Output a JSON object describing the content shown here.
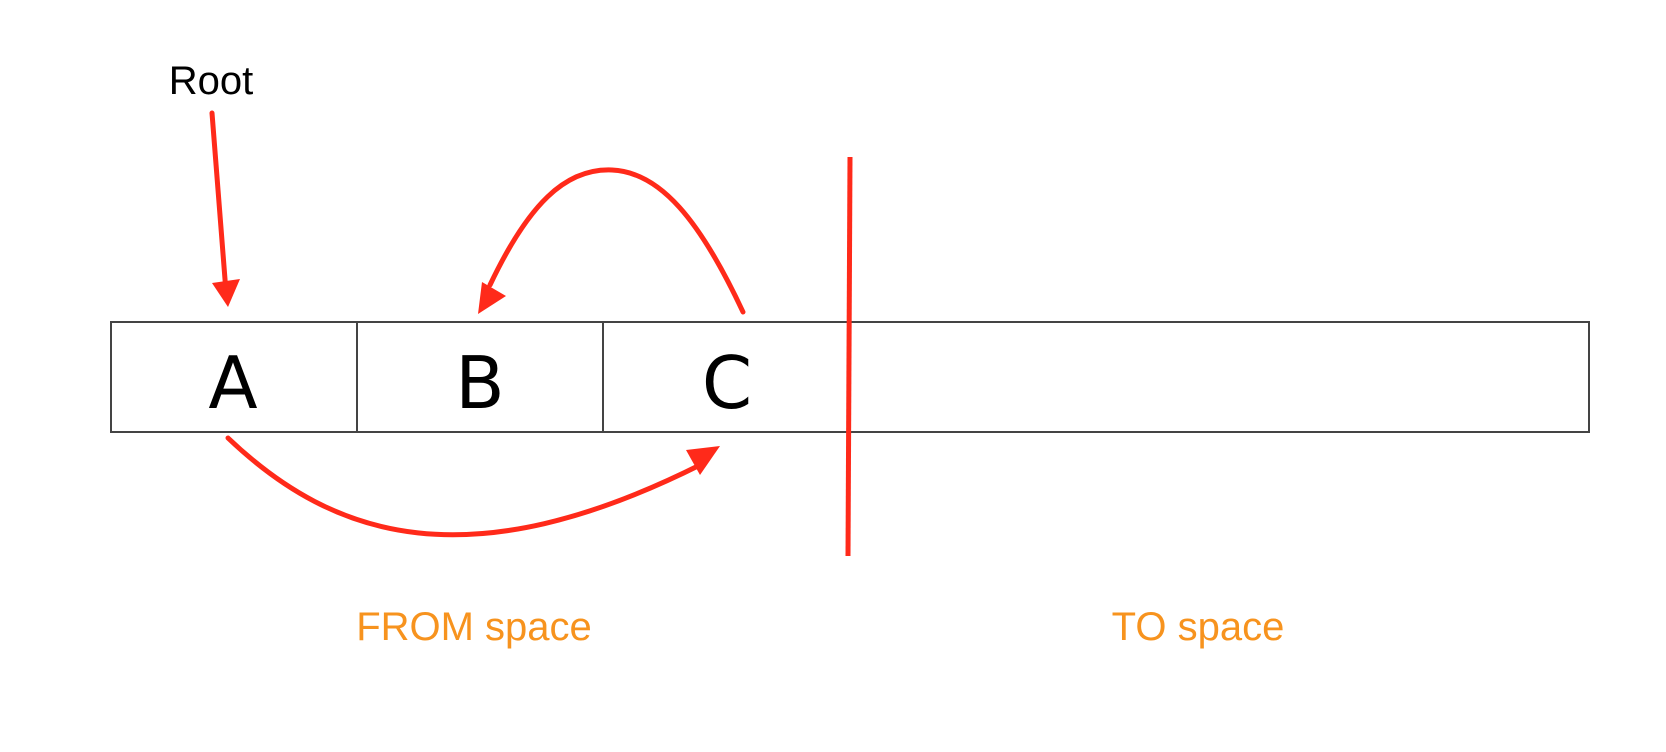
{
  "diagram": {
    "root_label": "Root",
    "cells": [
      {
        "label": "A"
      },
      {
        "label": "B"
      },
      {
        "label": "C"
      }
    ],
    "from_space_label": "FROM space",
    "to_space_label": "TO space",
    "colors": {
      "arrow": "#ff2a1a",
      "space_label": "#f7931e",
      "text": "#000000",
      "border": "#444444"
    },
    "arrows": [
      {
        "from": "Root",
        "to": "A"
      },
      {
        "from": "C",
        "to": "B"
      },
      {
        "from": "A",
        "to": "C"
      }
    ]
  }
}
